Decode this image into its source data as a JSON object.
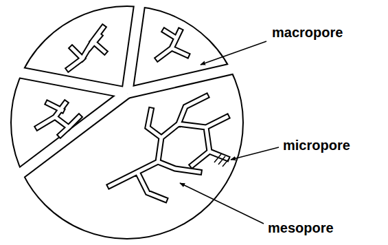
{
  "diagram": {
    "labels": [
      "macropore",
      "micropore",
      "mesopore"
    ]
  }
}
